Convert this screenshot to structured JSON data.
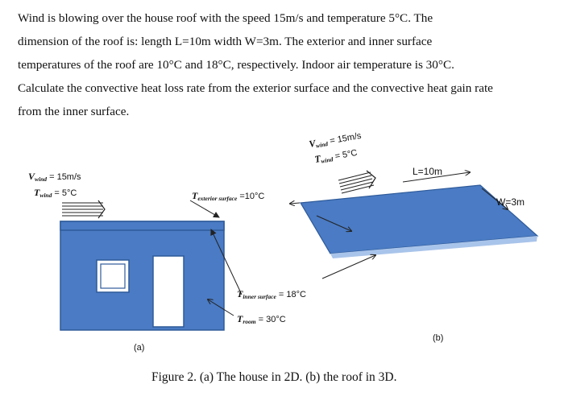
{
  "problem": {
    "lines": [
      "Wind is blowing over the house roof with the speed 15m/s and temperature 5°C. The",
      "dimension of the roof is: length L=10m width W=3m. The exterior and inner surface",
      "temperatures of the roof are 10°C and 18°C, respectively. Indoor air temperature is 30°C.",
      "Calculate the convective heat loss rate from the exterior surface and the convective heat gain rate",
      "from the inner surface."
    ]
  },
  "figure": {
    "house": {
      "v_wind": {
        "sym": "V",
        "sub": "wind",
        "val": "= 15m/s"
      },
      "t_wind": {
        "sym": "T",
        "sub": "wind",
        "val": "= 5°C"
      },
      "t_exterior": {
        "sym": "T",
        "sub": "exterior surface",
        "val": "=10°C"
      },
      "t_inner": {
        "sym": "T",
        "sub": "inner surface",
        "val": "= 18°C"
      },
      "t_room": {
        "sym": "T",
        "sub": "room",
        "val": "= 30°C"
      },
      "panel_label": "(a)"
    },
    "roof": {
      "v_wind": {
        "sym": "V",
        "sub": "wind",
        "val": "= 15m/s"
      },
      "t_wind": {
        "sym": "T",
        "sub": "wind",
        "val": "= 5°C"
      },
      "length_label": "L=10m",
      "width_label": "W=3m",
      "panel_label": "(b)"
    },
    "caption": "Figure 2. (a) The house in 2D. (b) the roof in 3D.",
    "colors": {
      "fill": "#4a7bc4",
      "edge": "#2e5a99",
      "light_edge": "#a9c4ea"
    }
  }
}
